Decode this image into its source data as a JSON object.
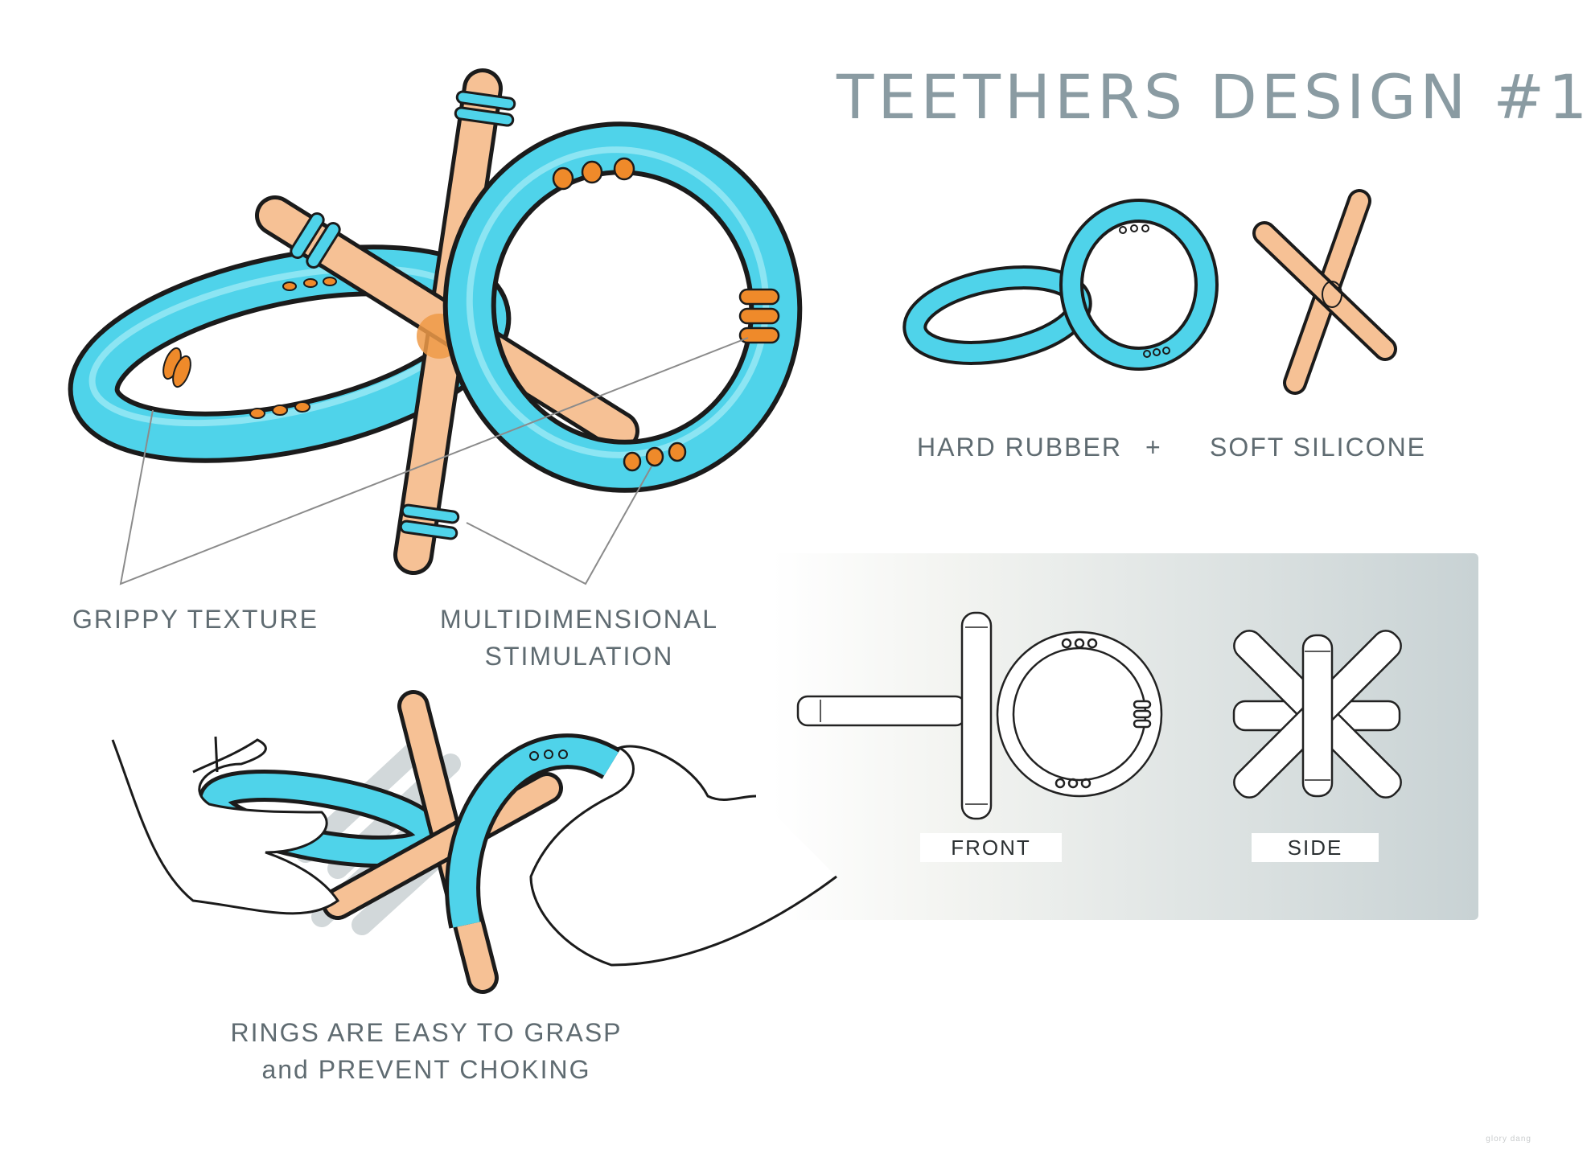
{
  "title": "TEETHERS DESIGN #1",
  "materials": {
    "hard": "HARD RUBBER",
    "plus": "+",
    "soft": "SOFT SILICONE"
  },
  "callouts": {
    "grippy": "GRIPPY TEXTURE",
    "multi_line1": "MULTIDIMENSIONAL",
    "multi_line2": "STIMULATION"
  },
  "caption": {
    "line1": "RINGS ARE EASY TO GRASP",
    "line2": "and PREVENT CHOKING"
  },
  "views": {
    "front": "FRONT",
    "side": "SIDE"
  },
  "signature": "glory dang",
  "colors": {
    "silicone_blue": "#4fd3ea",
    "rubber_orange": "#f2a45a",
    "rubber_peach": "#f6c195",
    "accent_orange": "#ef8a2a",
    "outline": "#1b1b1b",
    "title_gray": "#8a9ba2",
    "panel_gray": "#c9d3d5"
  }
}
